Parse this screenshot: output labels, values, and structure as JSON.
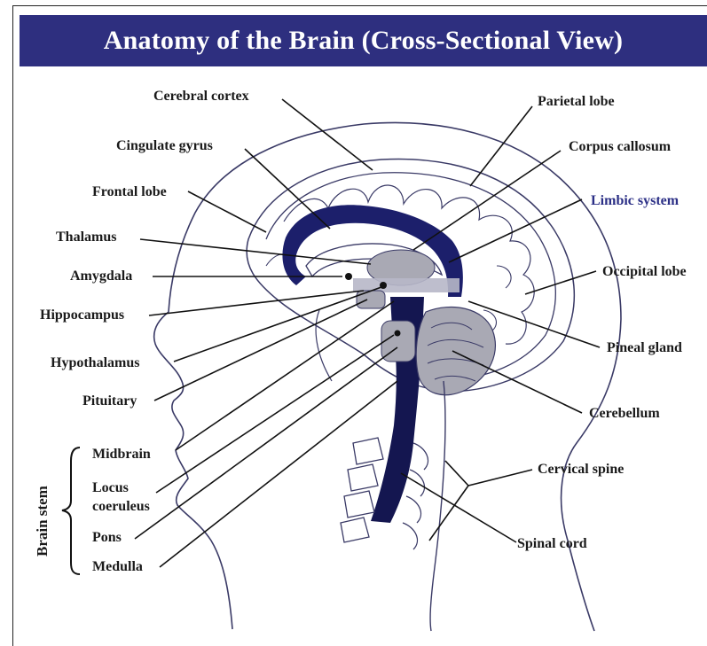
{
  "title": "Anatomy of the Brain (Cross-Sectional View)",
  "colors": {
    "banner": "#2e2f7f",
    "limbic": "#1c1f6b",
    "structure_gray": "#a9a9b4",
    "accent_text": "#2b2f86"
  },
  "labels": {
    "cerebral_cortex": "Cerebral cortex",
    "cingulate_gyrus": "Cingulate gyrus",
    "frontal_lobe": "Frontal lobe",
    "thalamus": "Thalamus",
    "amygdala": "Amygdala",
    "hippocampus": "Hippocampus",
    "hypothalamus": "Hypothalamus",
    "pituitary": "Pituitary",
    "parietal_lobe": "Parietal lobe",
    "corpus_callosum": "Corpus callosum",
    "limbic_system": "Limbic system",
    "occipital_lobe": "Occipital lobe",
    "pineal_gland": "Pineal gland",
    "cerebellum": "Cerebellum",
    "cervical_spine": "Cervical spine",
    "spinal_cord": "Spinal cord",
    "brain_stem": "Brain stem",
    "midbrain": "Midbrain",
    "locus_coeruleus_1": "Locus",
    "locus_coeruleus_2": "coeruleus",
    "pons": "Pons",
    "medulla": "Medulla"
  }
}
